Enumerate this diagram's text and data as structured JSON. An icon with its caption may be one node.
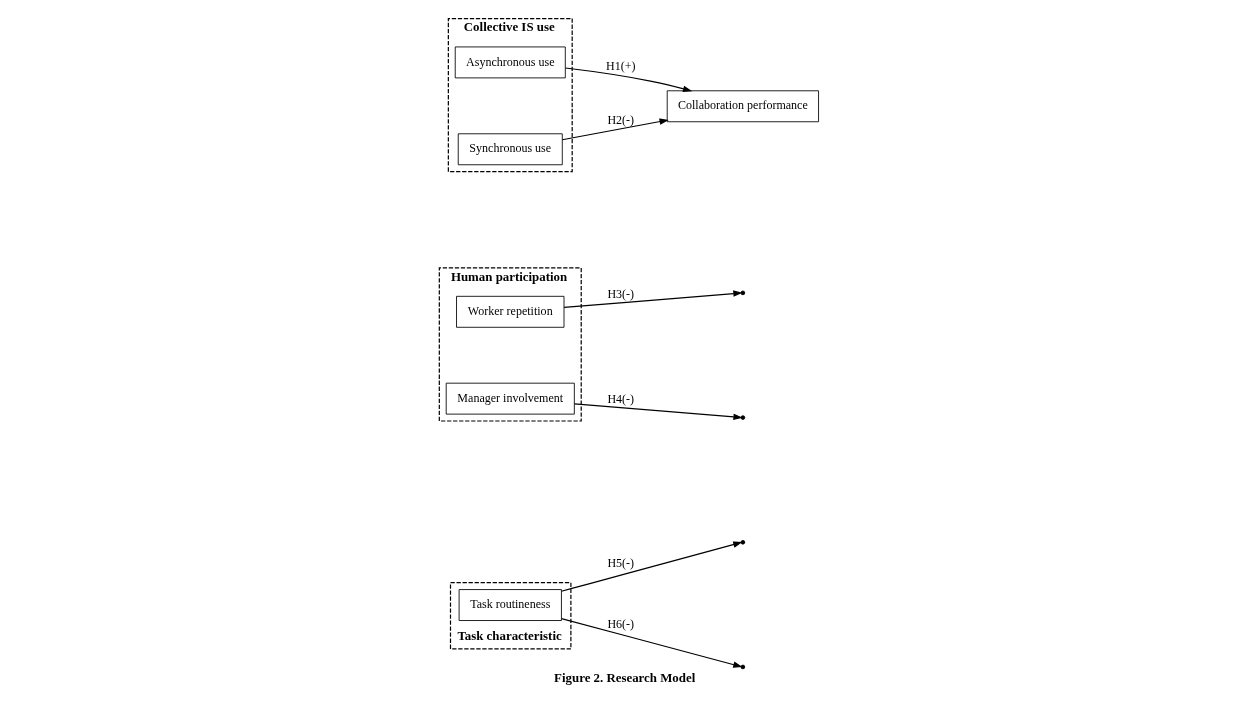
{
  "diagram": {
    "caption": "Figure 2. Research Model",
    "nodes": [
      {
        "text": [
          "Human participation"
        ]
      },
      {
        "text": [
          "Worker repetition"
        ],
        "in": 0
      },
      {
        "text": [
          "Manager involvement"
        ],
        "in": 0
      },
      {
        "text": [
          "Collective IS use"
        ]
      },
      {
        "text": [
          "Asynchronous use"
        ],
        "in": 3
      },
      {
        "text": [
          "Synchronous use"
        ],
        "in": 3
      },
      {
        "text": [
          "Collaboration performance"
        ]
      },
      {
        "text": [
          "Task characteristic"
        ]
      },
      {
        "text": [
          "Task routineness"
        ],
        "in": 7
      }
    ],
    "edges": [
      {
        "from": 4,
        "to": 6,
        "arrow": "to",
        "label": "H1(+)"
      },
      {
        "from": 5,
        "to": 6,
        "arrow": "to",
        "label": "H2(-)"
      },
      {
        "from": 1,
        "to": null,
        "arrow": "to",
        "label": "H3(-)"
      },
      {
        "from": 2,
        "to": null,
        "arrow": "to",
        "label": "H4(-)"
      },
      {
        "from": 8,
        "to": null,
        "arrow": "to",
        "label": "H5(-)"
      },
      {
        "from": 8,
        "to": null,
        "arrow": "to",
        "label": "H6(-)"
      }
    ]
  }
}
